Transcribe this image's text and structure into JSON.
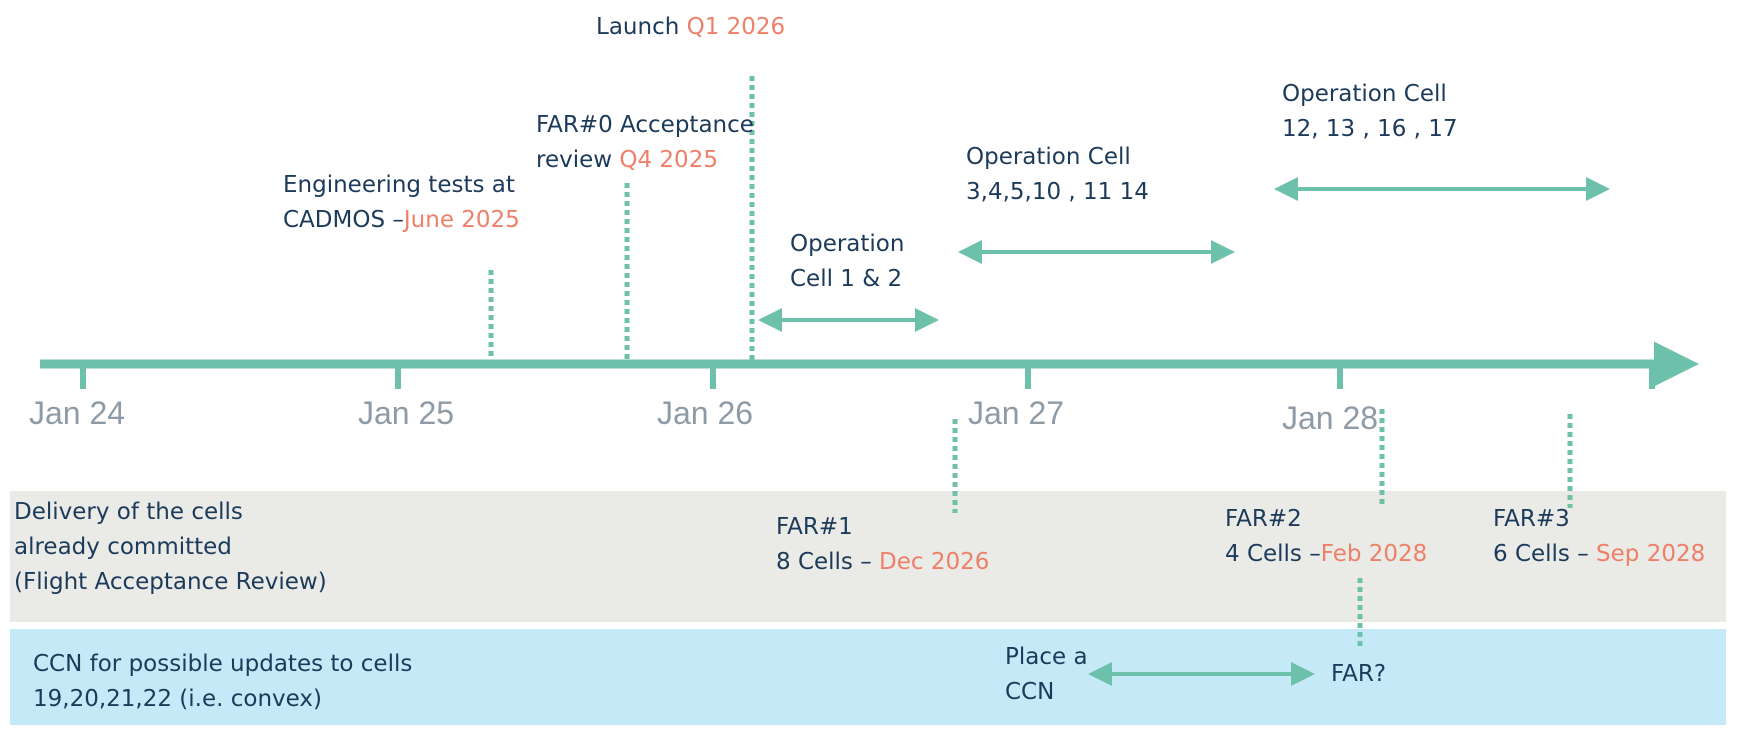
{
  "timeline": {
    "ticks": [
      "Jan 24",
      "Jan 25",
      "Jan 26",
      "Jan 27",
      "Jan 28"
    ]
  },
  "milestones": {
    "launch": {
      "text": "Launch ",
      "date": "Q1 2026"
    },
    "far0": {
      "line1": "FAR#0 Acceptance",
      "line2": "review ",
      "date": "Q4 2025"
    },
    "engineering": {
      "line1": "Engineering tests at",
      "line2": "CADMOS –",
      "date": "June 2025"
    }
  },
  "operations": {
    "op12": {
      "line1": "Operation",
      "line2": "Cell 1 & 2"
    },
    "op3": {
      "line1": "Operation Cell",
      "line2": "3,4,5,10 , 11 14"
    },
    "op12b": {
      "line1": "Operation Cell",
      "line2": "12, 13 , 16 , 17"
    }
  },
  "delivery": {
    "title": [
      "Delivery of the cells",
      "already committed",
      "(Flight Acceptance Review)"
    ],
    "far1": {
      "name": "FAR#1",
      "cells": "8 Cells – ",
      "date": "Dec 2026"
    },
    "far2": {
      "name": "FAR#2",
      "cells": "4 Cells –",
      "date": "Feb 2028"
    },
    "far3": {
      "name": "FAR#3",
      "cells": "6 Cells – ",
      "date": "Sep 2028"
    }
  },
  "ccn": {
    "title": [
      "CCN for possible updates to cells",
      "19,20,21,22 (i.e. convex)"
    ],
    "place": [
      "Place a",
      "CCN"
    ],
    "far": "FAR?"
  },
  "colors": {
    "teal": "#6dc1ab",
    "navy": "#1c3a5a",
    "orange": "#ee8069",
    "gray_band": "#eaeae7",
    "blue_band": "#c6e9f8",
    "tick_text": "#8e9ba6"
  }
}
